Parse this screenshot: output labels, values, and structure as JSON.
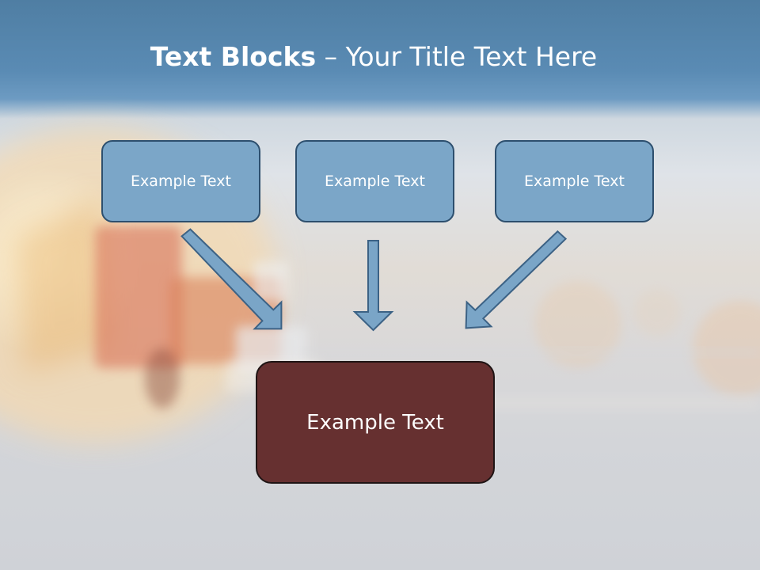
{
  "title": {
    "bold": "Text Blocks",
    "dash": " – ",
    "rest": "Your Title Text Here"
  },
  "blocks": [
    {
      "label": "Example Text"
    },
    {
      "label": "Example Text"
    },
    {
      "label": "Example Text"
    }
  ],
  "main_block": {
    "label": "Example Text"
  },
  "colors": {
    "block_fill": "#7ba6c8",
    "block_border": "#2d4f6e",
    "main_fill": "#663030",
    "arrow_fill": "#7aa5c7",
    "arrow_stroke": "#3c6285"
  }
}
